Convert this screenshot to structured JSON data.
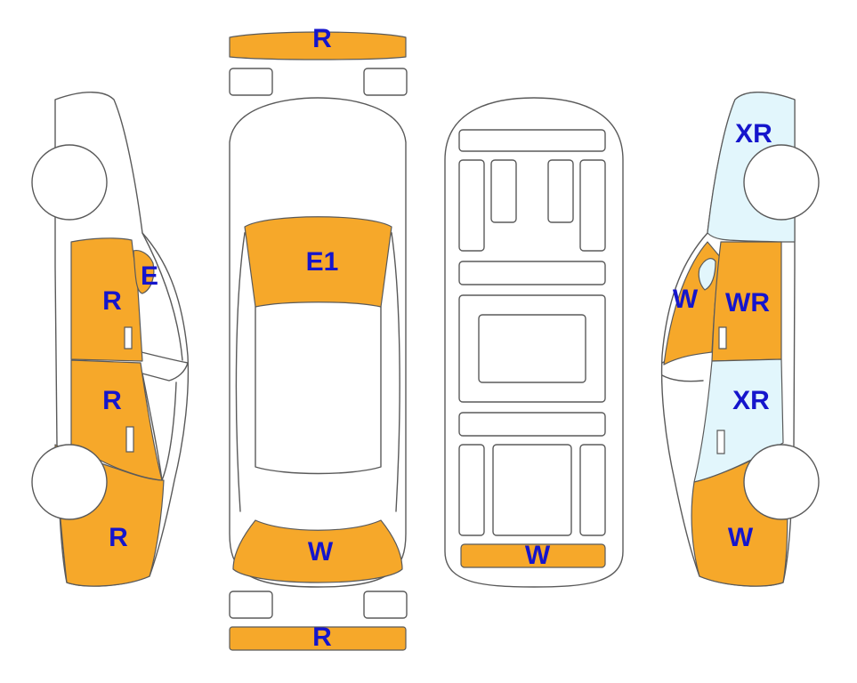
{
  "diagram": {
    "colors": {
      "damage": "#F6A82A",
      "replaced": "#E2F6FC",
      "label": "#1515CC",
      "outline": "#5a5a5a"
    },
    "left_side": {
      "front_door_mirror": "E",
      "front_door": "R",
      "rear_door": "R",
      "rear_quarter": "R"
    },
    "top_view": {
      "front_bumper": "R",
      "hood": "E1",
      "trunk": "W",
      "rear_bumper": "R"
    },
    "underbody": {
      "rear_panel": "W"
    },
    "right_side": {
      "front_fender": "XR",
      "front_pillar": "W",
      "front_door": "WR",
      "rear_door": "XR",
      "rear_quarter": "W"
    }
  }
}
